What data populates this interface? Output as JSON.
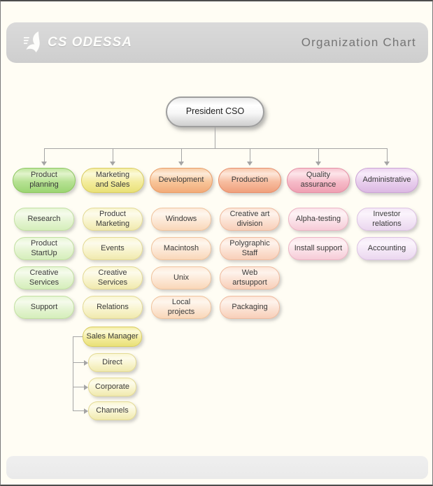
{
  "header": {
    "logo_icon": "swan-swoosh-icon",
    "logo_text": "CS ODESSA",
    "title": "Organization Chart"
  },
  "palette": {
    "product_planning": "#b7e294",
    "marketing_and_sales": "#f4eda0",
    "development": "#f8c69a",
    "production": "#f7bda0",
    "quality_assurance": "#f6bcc9",
    "administrative": "#e9d0ee",
    "header_bar": "#d4d4d4",
    "background": "#fffdf4"
  },
  "chart": {
    "root": {
      "label": "President CSO"
    },
    "departments": [
      {
        "label": "Product\nplanning",
        "children": [
          "Research",
          "Product\nStartUp",
          "Creative\nServices",
          "Support"
        ]
      },
      {
        "label": "Marketing\nand Sales",
        "children": [
          "Product\nMarketing",
          "Events",
          "Creative\nServices",
          "Relations"
        ]
      },
      {
        "label": "Development",
        "children": [
          "Windows",
          "Macintosh",
          "Unix",
          "Local\nprojects"
        ]
      },
      {
        "label": "Production",
        "children": [
          "Creative art\ndivision",
          "Polygraphic\nStaff",
          "Web\nartsupport",
          "Packaging"
        ]
      },
      {
        "label": "Quality\nassurance",
        "children": [
          "Alpha-testing",
          "Install support"
        ]
      },
      {
        "label": "Administrative",
        "children": [
          "Investor\nrelations",
          "Accounting"
        ]
      }
    ],
    "sales_tree": {
      "root": "Sales Manager",
      "children": [
        "Direct",
        "Corporate",
        "Channels"
      ]
    }
  }
}
